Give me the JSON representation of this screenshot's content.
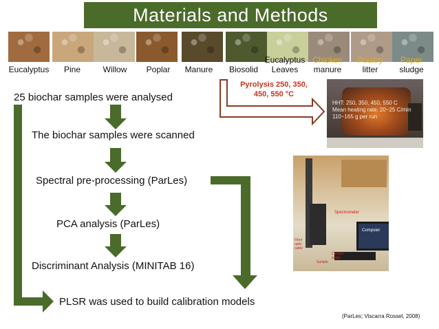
{
  "title": "Materials and Methods",
  "feedstocks": [
    {
      "line1": "",
      "line2": "Eucalyptus",
      "line1_color": "",
      "base_color": "#a06b3e"
    },
    {
      "line1": "",
      "line2": "Pine",
      "line1_color": "",
      "base_color": "#c9a77a"
    },
    {
      "line1": "",
      "line2": "Willow",
      "line1_color": "",
      "base_color": "#c8b89a"
    },
    {
      "line1": "",
      "line2": "Poplar",
      "line1_color": "",
      "base_color": "#8a5a2e"
    },
    {
      "line1": "",
      "line2": "Manure",
      "line1_color": "",
      "base_color": "#5a4a2c"
    },
    {
      "line1": "",
      "line2": "Biosolid",
      "line1_color": "",
      "base_color": "#4e5a2e"
    },
    {
      "line1": "Eucalyptus",
      "line2": "Leaves",
      "line1_color": "#111111",
      "base_color": "#c8cf9a"
    },
    {
      "line1": "Chicken",
      "line2": "manure",
      "line1_color": "#e0b020",
      "base_color": "#9a8a7a"
    },
    {
      "line1": "Poultry",
      "line2": "litter",
      "line1_color": "#e0b020",
      "base_color": "#b09a88"
    },
    {
      "line1": "Paper",
      "line2": "sludge",
      "line1_color": "#e0b020",
      "base_color": "#7c8a88"
    }
  ],
  "pyrolysis": {
    "line1": "Pyrolysis 250, 350,",
    "line2": "450, 550 °C",
    "color": "#c0361e"
  },
  "reactor": {
    "line1": "HHT: 250, 350, 450, 550 C",
    "line2": "Mean heating rate: 20~25 C/min",
    "line3": "110~165 g per run"
  },
  "steps": {
    "s1": "25 biochar samples were analysed",
    "s2": "The biochar samples were scanned",
    "s3": "Spectral pre-processing (ParLes)",
    "s4": "PCA analysis (ParLes)",
    "s5": "Discriminant Analysis (MINITAB 16)",
    "s6": "PLSR was used to build calibration  models"
  },
  "lab_labels": {
    "spectrometer": "Spectrometer",
    "computer": "Computer",
    "fibre_cable_1": "Fibre",
    "fibre_cable_2": "optic",
    "fibre_cable_3": "cable",
    "contact_1": "Contact",
    "contact_2": "probe",
    "sample": "Sample",
    "label_color": "#d02020"
  },
  "citation": "(ParLes; Viscarra Rossel, 2008)",
  "colors": {
    "accent": "#4a6b2a",
    "arrow": "#4a6b2a",
    "pyro_arrow": "#8a3a1e"
  }
}
